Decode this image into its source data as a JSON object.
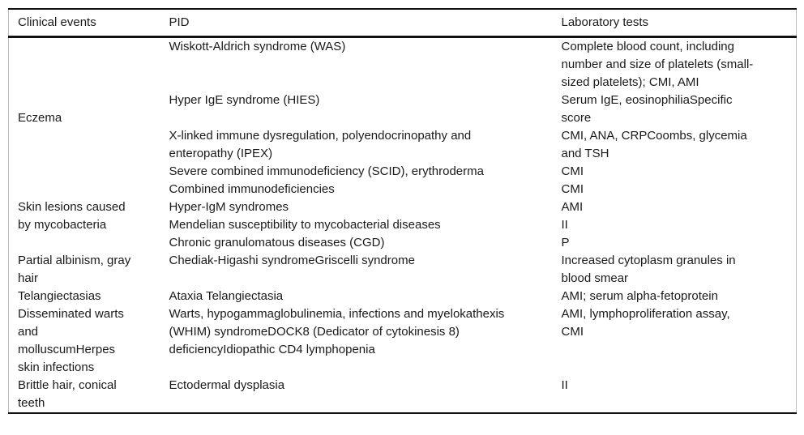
{
  "page": {
    "background": "#ffffff",
    "text_color": "#1a1a1a",
    "rule_color": "#111111",
    "side_rule_color": "#bcbcbc"
  },
  "table": {
    "columns": [
      "Clinical events",
      "PID",
      "Laboratory tests"
    ],
    "groups": [
      {
        "clinical_event": "Eczema",
        "clinical_event_lines": [
          "Eczema"
        ],
        "valign": "middle",
        "rows": [
          {
            "pid": "Wiskott-Aldrich syndrome (WAS)",
            "pid_lines": [
              "Wiskott-Aldrich syndrome (WAS)"
            ],
            "lab": "Complete blood count, including number and size of platelets (small-sized platelets); CMI, AMI",
            "lab_lines": [
              "Complete blood count, including",
              "number and size of platelets (small-",
              "sized platelets); CMI, AMI"
            ]
          },
          {
            "pid": "Hyper IgE syndrome (HIES)",
            "pid_lines": [
              "Hyper IgE syndrome (HIES)"
            ],
            "lab": "Serum IgE, eosinophiliaSpecific score",
            "lab_lines": [
              "Serum IgE, eosinophiliaSpecific",
              "score"
            ]
          },
          {
            "pid": "X-linked immune dysregulation, polyendocrinopathy and enteropathy (IPEX)",
            "pid_lines": [
              "X-linked immune dysregulation, polyendocrinopathy and",
              "enteropathy (IPEX)"
            ],
            "lab": "CMI, ANA, CRPCoombs, glycemia and TSH",
            "lab_lines": [
              "CMI, ANA, CRPCoombs, glycemia",
              "and TSH"
            ]
          },
          {
            "pid": "Severe combined immunodeficiency (SCID), erythroderma",
            "pid_lines": [
              "Severe combined immunodeficiency (SCID), erythroderma"
            ],
            "lab": "CMI",
            "lab_lines": [
              "CMI"
            ]
          },
          {
            "pid": "Combined immunodeficiencies",
            "pid_lines": [
              "Combined immunodeficiencies"
            ],
            "lab": "CMI",
            "lab_lines": [
              "CMI"
            ]
          }
        ]
      },
      {
        "clinical_event": "Skin lesions caused by mycobacteria",
        "clinical_event_lines": [
          "Skin lesions caused",
          "by mycobacteria"
        ],
        "valign": "top",
        "rows": [
          {
            "pid": "Hyper-IgM syndromes",
            "pid_lines": [
              "Hyper-IgM syndromes"
            ],
            "lab": "AMI",
            "lab_lines": [
              "AMI"
            ]
          },
          {
            "pid": "Mendelian susceptibility to mycobacterial diseases",
            "pid_lines": [
              "Mendelian susceptibility to mycobacterial diseases"
            ],
            "lab": "II",
            "lab_lines": [
              "II"
            ]
          },
          {
            "pid": "Chronic granulomatous diseases (CGD)",
            "pid_lines": [
              "Chronic granulomatous diseases (CGD)"
            ],
            "lab": "P",
            "lab_lines": [
              "P"
            ]
          }
        ]
      },
      {
        "clinical_event": "Partial albinism, gray hair",
        "clinical_event_lines": [
          "Partial albinism, gray",
          "hair"
        ],
        "valign": "top",
        "rows": [
          {
            "pid": "Chediak-Higashi syndromeGriscelli syndrome",
            "pid_lines": [
              "Chediak-Higashi syndromeGriscelli syndrome"
            ],
            "lab": "Increased cytoplasm granules in blood smear",
            "lab_lines": [
              "Increased cytoplasm granules in",
              "blood smear"
            ]
          }
        ]
      },
      {
        "clinical_event": "Telangiectasias",
        "clinical_event_lines": [
          "Telangiectasias"
        ],
        "valign": "top",
        "rows": [
          {
            "pid": "Ataxia Telangiectasia",
            "pid_lines": [
              "Ataxia Telangiectasia"
            ],
            "lab": "AMI; serum alpha-fetoprotein",
            "lab_lines": [
              "AMI; serum alpha-fetoprotein"
            ]
          }
        ]
      },
      {
        "clinical_event": "Disseminated warts and molluscumHerpes skin infections",
        "clinical_event_lines": [
          "Disseminated warts",
          "and",
          "molluscumHerpes",
          "skin infections"
        ],
        "valign": "top",
        "rows": [
          {
            "pid": "Warts, hypogammaglobulinemia, infections and myelokathexis (WHIM) syndromeDOCK8 (Dedicator of cytokinesis 8) deficiencyIdiopathic CD4 lymphopenia",
            "pid_lines": [
              "Warts, hypogammaglobulinemia, infections and myelokathexis",
              "(WHIM) syndromeDOCK8 (Dedicator of cytokinesis 8)",
              "deficiencyIdiopathic CD4 lymphopenia"
            ],
            "lab": "AMI, lymphoproliferation assay, CMI",
            "lab_lines": [
              "AMI, lymphoproliferation assay,",
              "CMI"
            ]
          }
        ]
      },
      {
        "clinical_event": "Brittle hair, conical teeth",
        "clinical_event_lines": [
          "Brittle hair, conical",
          "teeth"
        ],
        "valign": "top",
        "rows": [
          {
            "pid": "Ectodermal dysplasia",
            "pid_lines": [
              "Ectodermal dysplasia"
            ],
            "lab": "II",
            "lab_lines": [
              "II"
            ]
          }
        ]
      }
    ]
  }
}
